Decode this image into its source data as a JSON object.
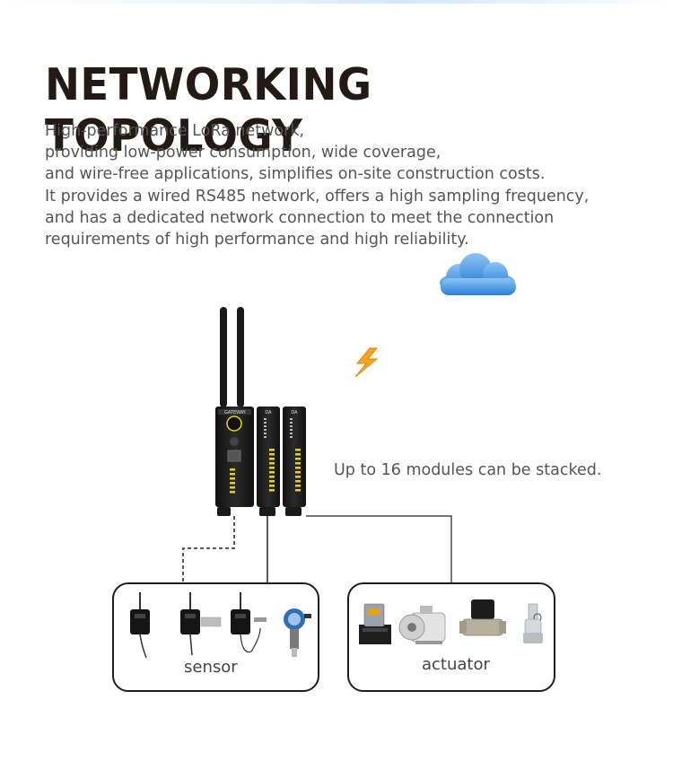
{
  "title": "NETWORKING TOPOLOGY",
  "description": [
    "High-performance LoRa network,",
    "providing low-power consumption, wide coverage,",
    "and wire-free applications, simplifies on-site construction costs.",
    "It provides a wired RS485 network, offers a high sampling frequency,",
    "and has a dedicated network connection to meet the connection",
    "requirements of high performance and high reliability."
  ],
  "stack_note": "Up to 16 modules can be stacked.",
  "gateway_label": "GATEWAY",
  "module_label": "DA",
  "sensor_label": "sensor",
  "actuator_label": "actuator",
  "colors": {
    "cloud": "#3f93e6",
    "lightning": "#f5a623",
    "device": "#1c1c1c",
    "accent": "#e6d21a"
  }
}
